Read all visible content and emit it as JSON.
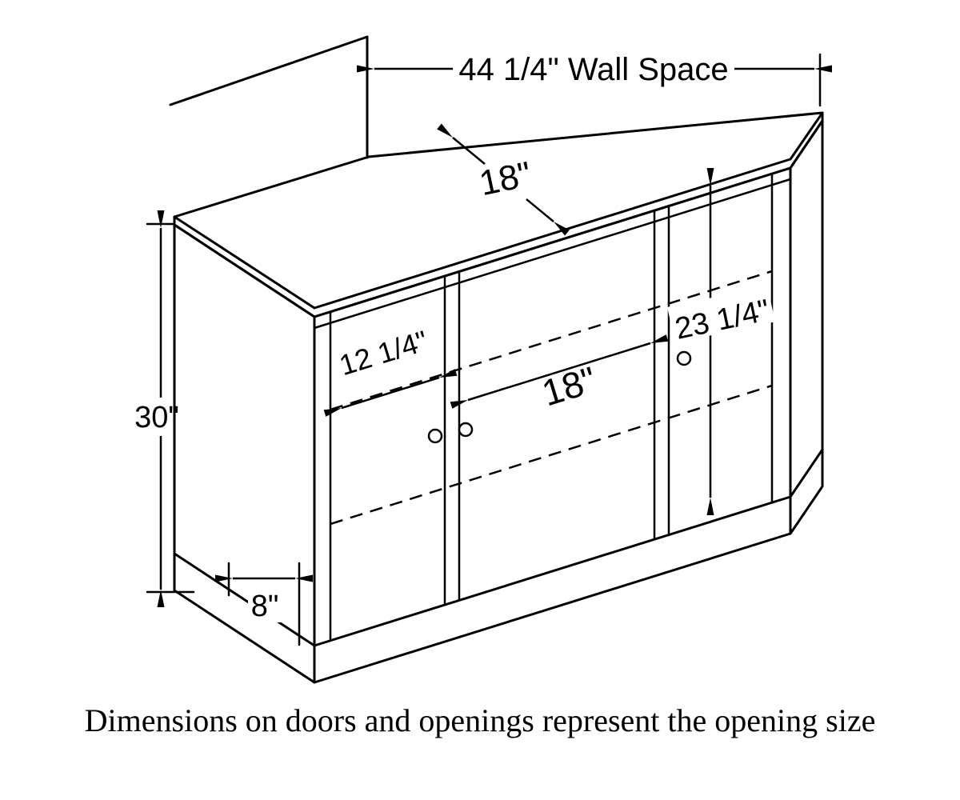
{
  "caption": "Dimensions on doors and openings represent the opening size",
  "measurements": {
    "wall_space": "44 1/4\" Wall Space",
    "top_depth": "18\"",
    "left_opening_width": "12 1/4\"",
    "center_opening_width": "18\"",
    "door_opening_height": "23 1/4\"",
    "overall_height": "30\"",
    "side_panel_width": "8\""
  },
  "colors": {
    "line": "#000000",
    "background": "#ffffff"
  }
}
